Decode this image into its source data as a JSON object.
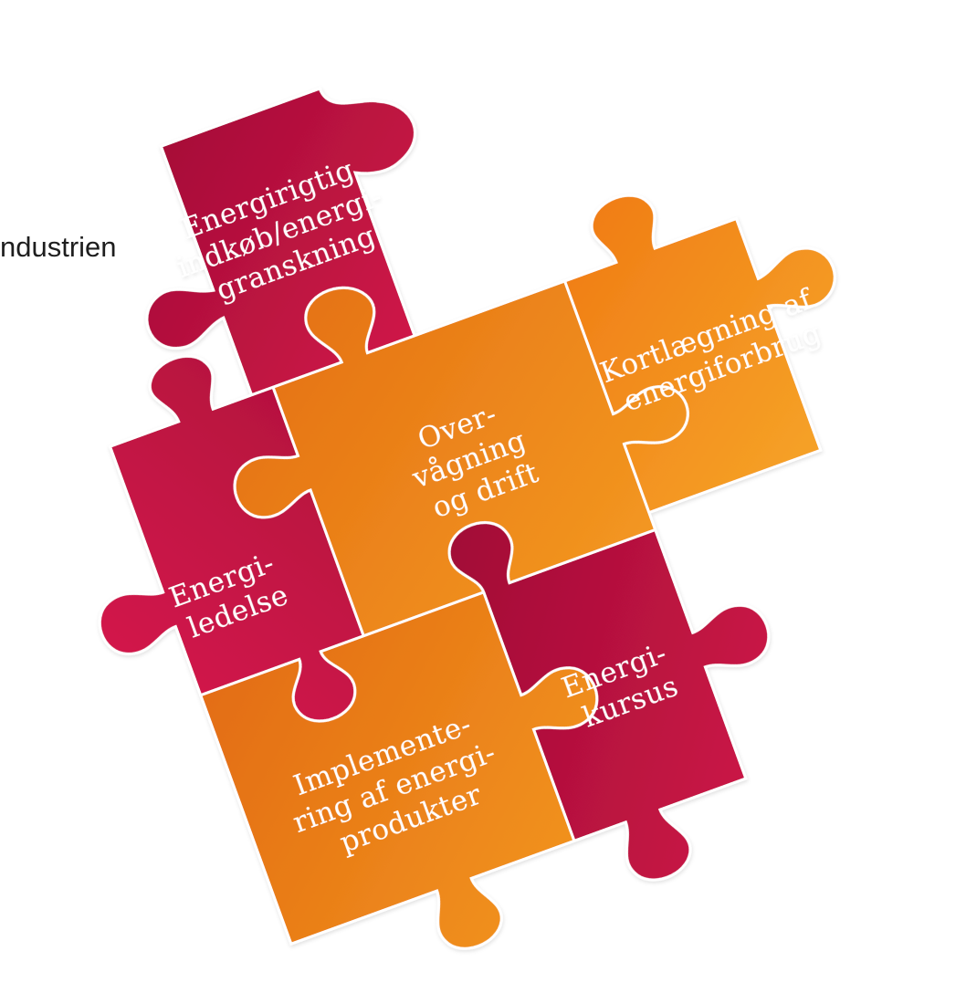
{
  "side_text": "ndustrien",
  "pieces": [
    {
      "id": "energirigtig",
      "lines": [
        "Energirigtig",
        "indkøb/energi-",
        "granskning"
      ],
      "color": "crimson"
    },
    {
      "id": "kortlaegning",
      "lines": [
        "Kortlægning af",
        "energiforbrug"
      ],
      "color": "orange"
    },
    {
      "id": "overvaagning",
      "lines": [
        "Over-",
        "vågning",
        "og drift"
      ],
      "color": "orange"
    },
    {
      "id": "energiledelse",
      "lines": [
        "Energi-",
        "ledelse"
      ],
      "color": "crimson"
    },
    {
      "id": "implementering",
      "lines": [
        "Implemente-",
        "ring af energi-",
        "produkter"
      ],
      "color": "orange"
    },
    {
      "id": "energikursus",
      "lines": [
        "Energi-",
        "kursus"
      ],
      "color": "crimson"
    }
  ],
  "colors": {
    "crimson_light": "#d4174a",
    "crimson_dark": "#a10d36",
    "orange_light": "#f3951e",
    "orange_dark": "#e36d12",
    "seam": "#ffffff",
    "text": "#ffffff",
    "side_text": "#1e1e1e"
  }
}
